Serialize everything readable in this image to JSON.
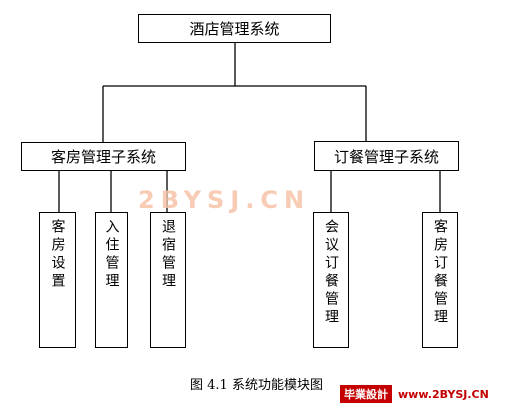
{
  "root": "酒店管理系统",
  "subsystems": [
    {
      "label": "客房管理子系统",
      "children": [
        "客房设置",
        "入住管理",
        "退宿管理"
      ]
    },
    {
      "label": "订餐管理子系统",
      "children": [
        "会议订餐管理",
        "客房订餐管理"
      ]
    }
  ],
  "watermark": "2BYSJ.CN",
  "caption": "图 4.1  系统功能模块图",
  "footer": {
    "brand": "毕業設計",
    "url": "www.2BYSJ.CN"
  }
}
